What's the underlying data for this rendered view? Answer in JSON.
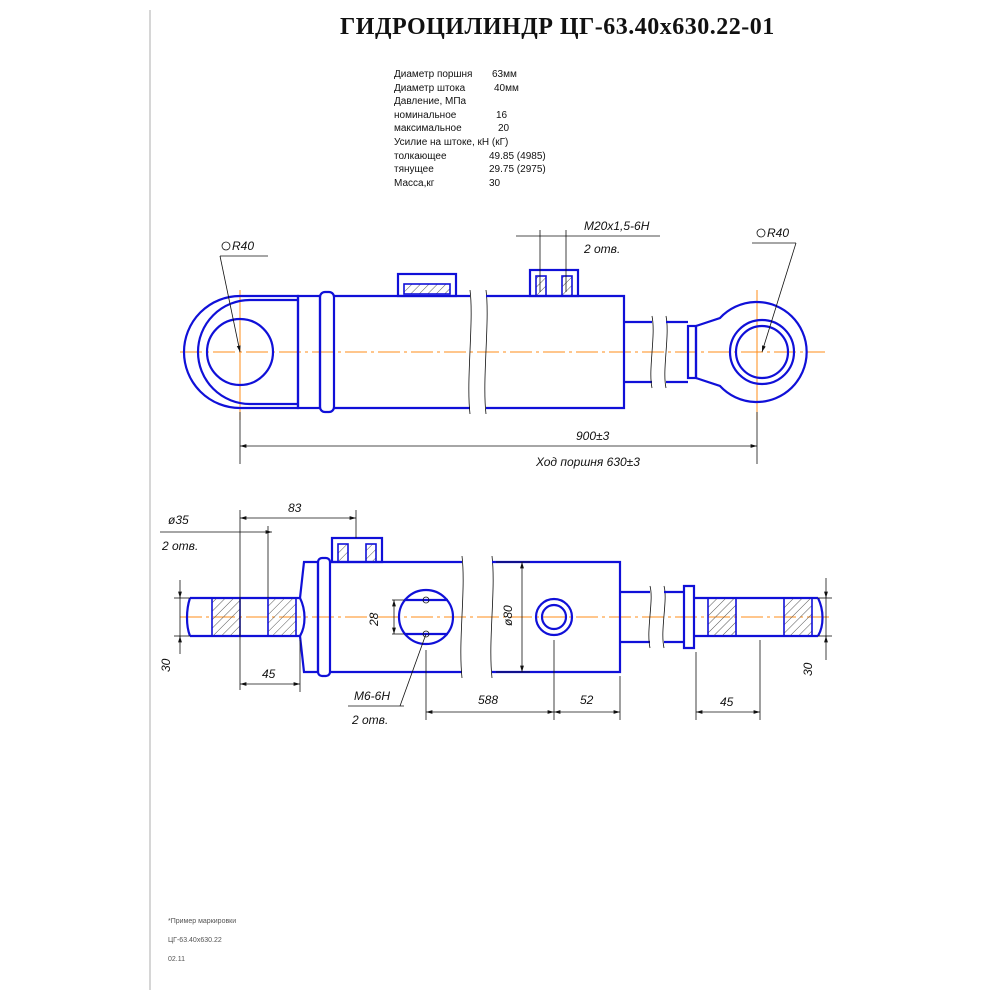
{
  "title": "ГИДРОЦИЛИНДР  ЦГ-63.40х630.22-01",
  "specs": [
    {
      "label": "Диаметр поршня",
      "value": "63мм"
    },
    {
      "label": "Диаметр штока",
      "value": "40мм"
    },
    {
      "label": "Давление, МПа",
      "value": ""
    },
    {
      "label": "номинальное",
      "value": "16"
    },
    {
      "label": "максимальное",
      "value": "20"
    },
    {
      "label": "Усилие на штоке, кН (кГ)",
      "value": ""
    },
    {
      "label": "толкающее",
      "value": "49.85 (4985)"
    },
    {
      "label": "тянущее",
      "value": "29.75 (2975)"
    },
    {
      "label": " Масса,кг",
      "value": "30"
    }
  ],
  "dimensions": {
    "radius_left": "R40",
    "radius_right": "R40",
    "thread_port": "М20х1,5-6Н",
    "holes_2_top": "2 отв.",
    "length": "900±3",
    "stroke": "Ход поршня 630±3",
    "bore_dia": "ø35",
    "holes_2_left": "2 отв.",
    "port_offset": "83",
    "eye_width_left": "30",
    "eye_len_left": "45",
    "flange_gap": "28",
    "mount_thread": "М6-6Н",
    "holes_2_bottom": "2 отв.",
    "body_dia": "ø80",
    "dist_588": "588",
    "dist_52": "52",
    "eye_len_right": "45",
    "eye_width_right": "30"
  },
  "notes": {
    "line1": "*Пример маркировки",
    "line2": "ЦГ-63.40х630.22",
    "line3": "02.11"
  }
}
